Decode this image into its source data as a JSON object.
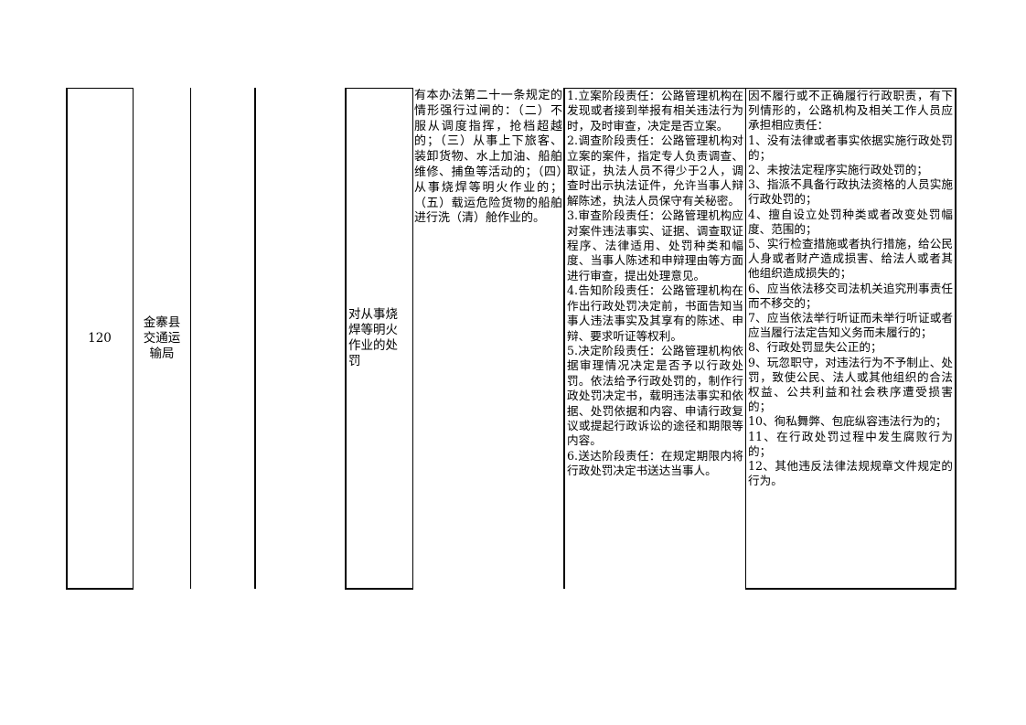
{
  "row": {
    "seq": "120",
    "department": "金寨县交通运输局",
    "item_name": "对从事烧焊等明火作业的处罚",
    "basis_text": "有本办法第二十一条规定的情形强行过闸的：（二）不服从调度指挥，抢档超越的；（三）从事上下旅客、装卸货物、水上加油、船舶维修、捕鱼等活动的；（四）从事烧焊等明火作业的；（五）载运危险货物的船舶进行洗（清）舱作业的。",
    "duty_items": [
      "1.立案阶段责任：公路管理机构在发现或者接到举报有相关违法行为时，及时审查，决定是否立案。",
      "2.调查阶段责任：公路管理机构对立案的案件，指定专人负责调查、取证，执法人员不得少于2人，调查时出示执法证件，允许当事人辩解陈述，执法人员保守有关秘密。",
      "3.审查阶段责任：公路管理机构应对案件违法事实、证据、调查取证程序、法律适用、处罚种类和幅度、当事人陈述和申辩理由等方面进行审查，提出处理意见。",
      "4.告知阶段责任：公路管理机构在作出行政处罚决定前，书面告知当事人违法事实及其享有的陈述、申辩、要求听证等权利。",
      "5.决定阶段责任：公路管理机构依据审理情况决定是否予以行政处罚。依法给予行政处罚的，制作行政处罚决定书，载明违法事实和依据、处罚依据和内容、申请行政复议或提起行政诉讼的途径和期限等内容。",
      "6.送达阶段责任：在规定期限内将行政处罚决定书送达当事人。"
    ],
    "accountability_items": [
      "因不履行或不正确履行行政职责，有下列情形的，公路机构及相关工作人员应承担相应责任：",
      "1、没有法律或者事实依据实施行政处罚的；",
      "2、未按法定程序实施行政处罚的；",
      "3、指派不具备行政执法资格的人员实施行政处罚的；",
      "4、擅自设立处罚种类或者改变处罚幅度、范围的；",
      "5、实行检查措施或者执行措施，给公民人身或者财产造成损害、给法人或者其他组织造成损失的；",
      "6、应当依法移交司法机关追究刑事责任而不移交的；",
      "7、应当依法举行听证而未举行听证或者应当履行法定告知义务而未履行的；",
      "8、行政处罚显失公正的；",
      "9、玩忽职守，对违法行为不予制止、处罚，致使公民、法人或其他组织的合法权益、公共利益和社会秩序遭受损害的；",
      "10、徇私舞弊、包庇纵容违法行为的；",
      "11、在行政处罚过程中发生腐败行为的；",
      "12、其他违反法律法规规章文件规定的行为。"
    ]
  }
}
